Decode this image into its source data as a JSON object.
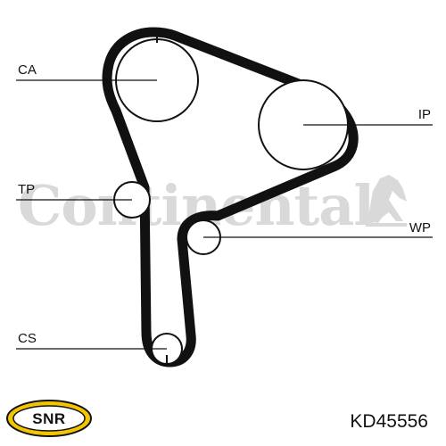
{
  "diagram": {
    "labels": {
      "ca": "CA",
      "ip": "IP",
      "tp": "TP",
      "wp": "WP",
      "cs": "CS"
    }
  },
  "watermark": {
    "text": "Continental"
  },
  "footer": {
    "brand": "SNR",
    "part_number": "KD45556",
    "brand_color": "#f2c500"
  },
  "colors": {
    "belt": "#111111",
    "watermark": "#d9d9d9"
  }
}
